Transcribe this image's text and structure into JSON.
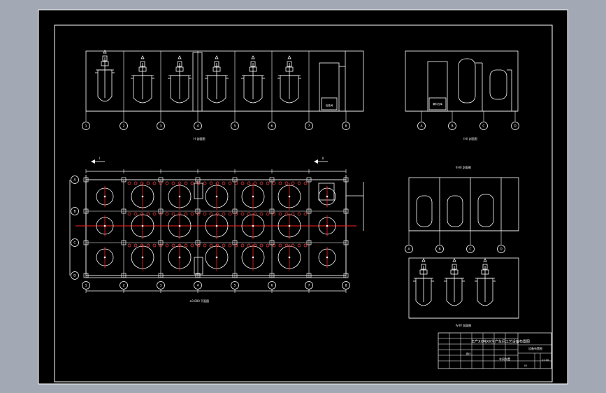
{
  "colors": {
    "app_background": "#a3a9b4",
    "sheet": "#000000",
    "line": "#ffffff",
    "axis": "#ff2020",
    "accent": "#ff4040"
  },
  "elevation_1": {
    "caption": "I-I 剖面图",
    "axis_labels": [
      "1",
      "2",
      "3",
      "4",
      "5",
      "6",
      "7",
      "8"
    ],
    "box_caption": "包装间"
  },
  "elevation_2": {
    "caption": "II-II 剖面图",
    "axis_labels": [
      "A",
      "B",
      "C",
      "D"
    ],
    "box_caption": "原料仓库"
  },
  "elevation_3": {
    "caption": "III-III 剖面图",
    "axis_labels": [
      "A",
      "B",
      "C",
      "D"
    ]
  },
  "elevation_4": {
    "caption": "IV-IV 剖面图"
  },
  "plan": {
    "caption": "±0.000 平面图",
    "row_labels": [
      "A",
      "B",
      "C",
      "D"
    ],
    "col_labels": [
      "1",
      "2",
      "3",
      "4",
      "5",
      "6",
      "7",
      "8"
    ],
    "section_marks": [
      "I",
      "II"
    ]
  },
  "title_block": {
    "main_title": "年产XX吨XX生产车间工艺设备布置图",
    "sub_title": "设备布置图",
    "drawing_name": "车间布置",
    "scale": "1:100",
    "sheet": "A1",
    "designer": "设计"
  }
}
